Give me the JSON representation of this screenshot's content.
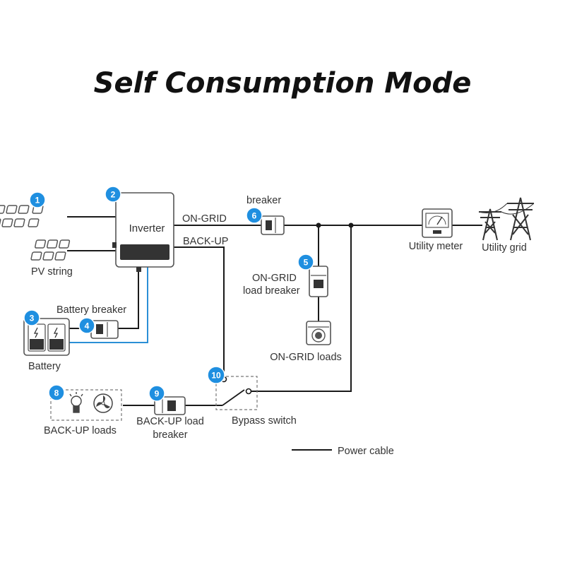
{
  "title": "Self Consumption Mode",
  "colors": {
    "badge": "#1f8fe0",
    "cable": "#1a1a1a",
    "dc_cable": "#2b8fd6",
    "outline": "#555555",
    "text": "#333333"
  },
  "labels": {
    "pv_string": "PV string",
    "inverter": "Inverter",
    "on_grid": "ON-GRID",
    "back_up": "BACK-UP",
    "breaker": "breaker",
    "on_grid_load_breaker_1": "ON-GRID",
    "on_grid_load_breaker_2": "load breaker",
    "on_grid_loads": "ON-GRID loads",
    "utility_meter": "Utility meter",
    "utility_grid": "Utility grid",
    "battery": "Battery",
    "battery_breaker": "Battery breaker",
    "backup_loads": "BACK-UP loads",
    "backup_load_breaker_1": "BACK-UP load",
    "backup_load_breaker_2": "breaker",
    "bypass_switch": "Bypass switch",
    "legend_power_cable": "Power cable"
  },
  "badges": [
    "1",
    "2",
    "3",
    "4",
    "5",
    "6",
    "8",
    "9",
    "10"
  ],
  "icons": [
    "solar-panel-icon",
    "inverter-icon",
    "battery-icon",
    "breaker-icon",
    "utility-meter-icon",
    "power-tower-icon",
    "washing-machine-icon",
    "lightbulb-icon",
    "fan-icon",
    "bypass-switch-icon"
  ]
}
